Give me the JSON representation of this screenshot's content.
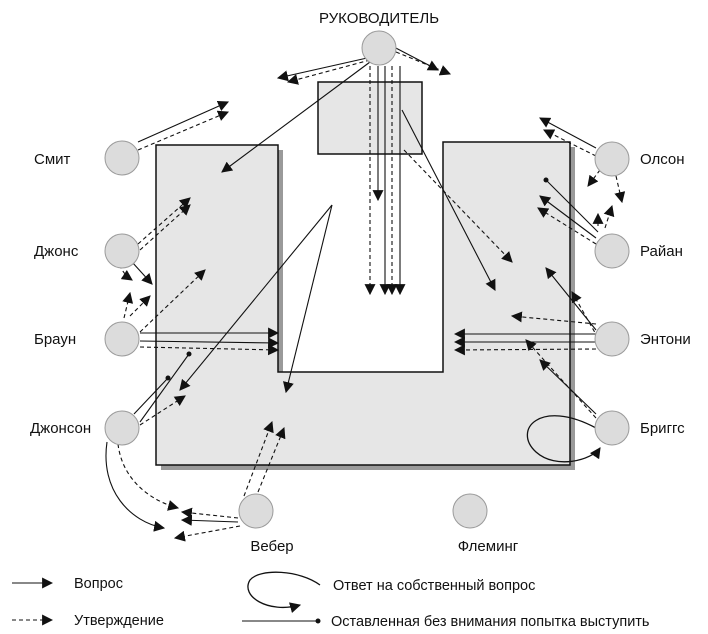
{
  "diagram": {
    "leader": "РУКОВОДИТЕЛЬ",
    "participants": {
      "smith": "Смит",
      "jones": "Джонс",
      "brown": "Браун",
      "johnson": "Джонсон",
      "olson": "Олсон",
      "ryan": "Райан",
      "anthony": "Энтони",
      "briggs": "Бриггс",
      "weber": "Вебер",
      "fleming": "Флеминг"
    }
  },
  "legend": {
    "question": "Вопрос",
    "statement": "Утверждение",
    "self_answer": "Ответ на собственный вопрос",
    "ignored": "Оставленная без внимания попытка выступить"
  },
  "colors": {
    "table_fill": "#e6e6e6",
    "node_fill": "#dcdcdc",
    "ink": "#111111"
  }
}
